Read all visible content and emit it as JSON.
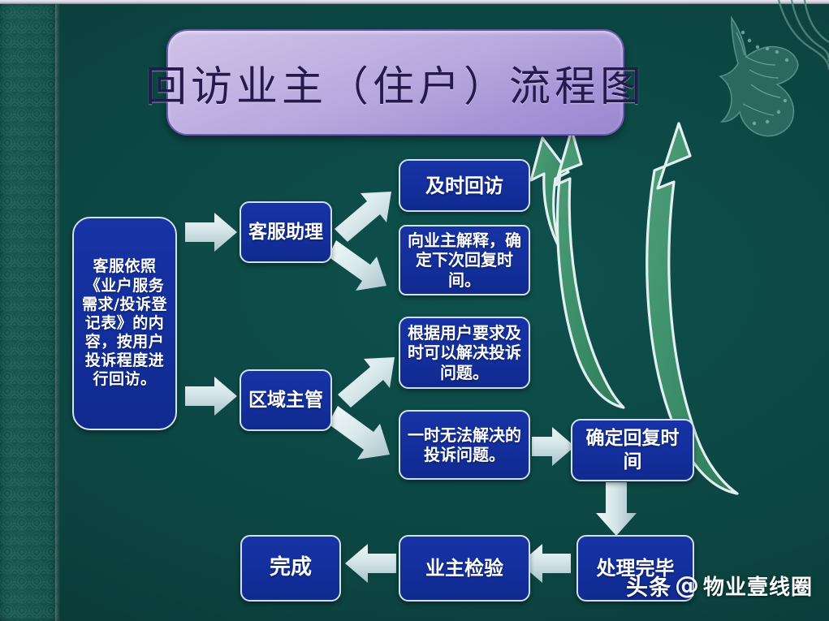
{
  "slide": {
    "title": "回访业主（住户）流程图",
    "background_color": "#0d4a47",
    "accent_color": "#1733a5",
    "title_gradient_from": "#cfc2e8",
    "title_gradient_to": "#9a88d0",
    "arrow_color": "#d6e6ea",
    "curved_arrow_color": "#3f8f6e"
  },
  "nodes": {
    "start": "客服依照《业户服务需求/投诉登记表》的内容，按用户投诉程度进行回访。",
    "assistant": "客服助理",
    "supervisor": "区域主管",
    "timely_visit": "及时回访",
    "explain_owner": "向业主解释，确定下次回复时间。",
    "resolvable": "根据用户要求及时可以解决投诉问题。",
    "unresolvable": "一时无法解决的投诉问题。",
    "confirm_time": "确定回复时间",
    "handled": "处理完毕",
    "owner_check": "业主检验",
    "finish": "完成"
  },
  "watermark": {
    "brand": "头条",
    "at": "@",
    "handle": "物业壹线圈"
  }
}
